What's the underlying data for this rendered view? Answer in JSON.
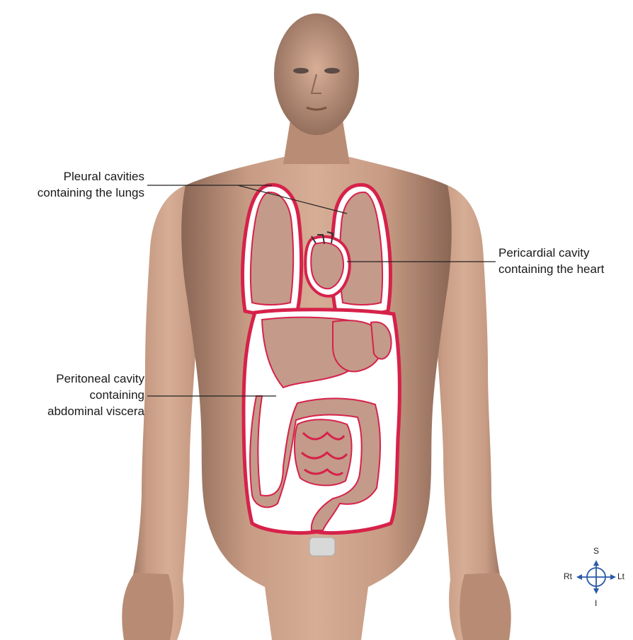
{
  "labels": {
    "pleural": [
      "Pleural cavities",
      "containing the lungs"
    ],
    "pericardial": [
      "Pericardial cavity",
      "containing the heart"
    ],
    "peritoneal": [
      "Peritoneal cavity",
      "containing",
      "abdominal viscera"
    ]
  },
  "compass": {
    "superior": "S",
    "inferior": "I",
    "right": "Rt",
    "left": "Lt"
  },
  "colors": {
    "skin": "#c9a087",
    "skin_shadow": "#9c7560",
    "cavity_outline": "#d6224a",
    "organ_fill": "#c49a8a",
    "compass_blue": "#2a5aa8"
  }
}
